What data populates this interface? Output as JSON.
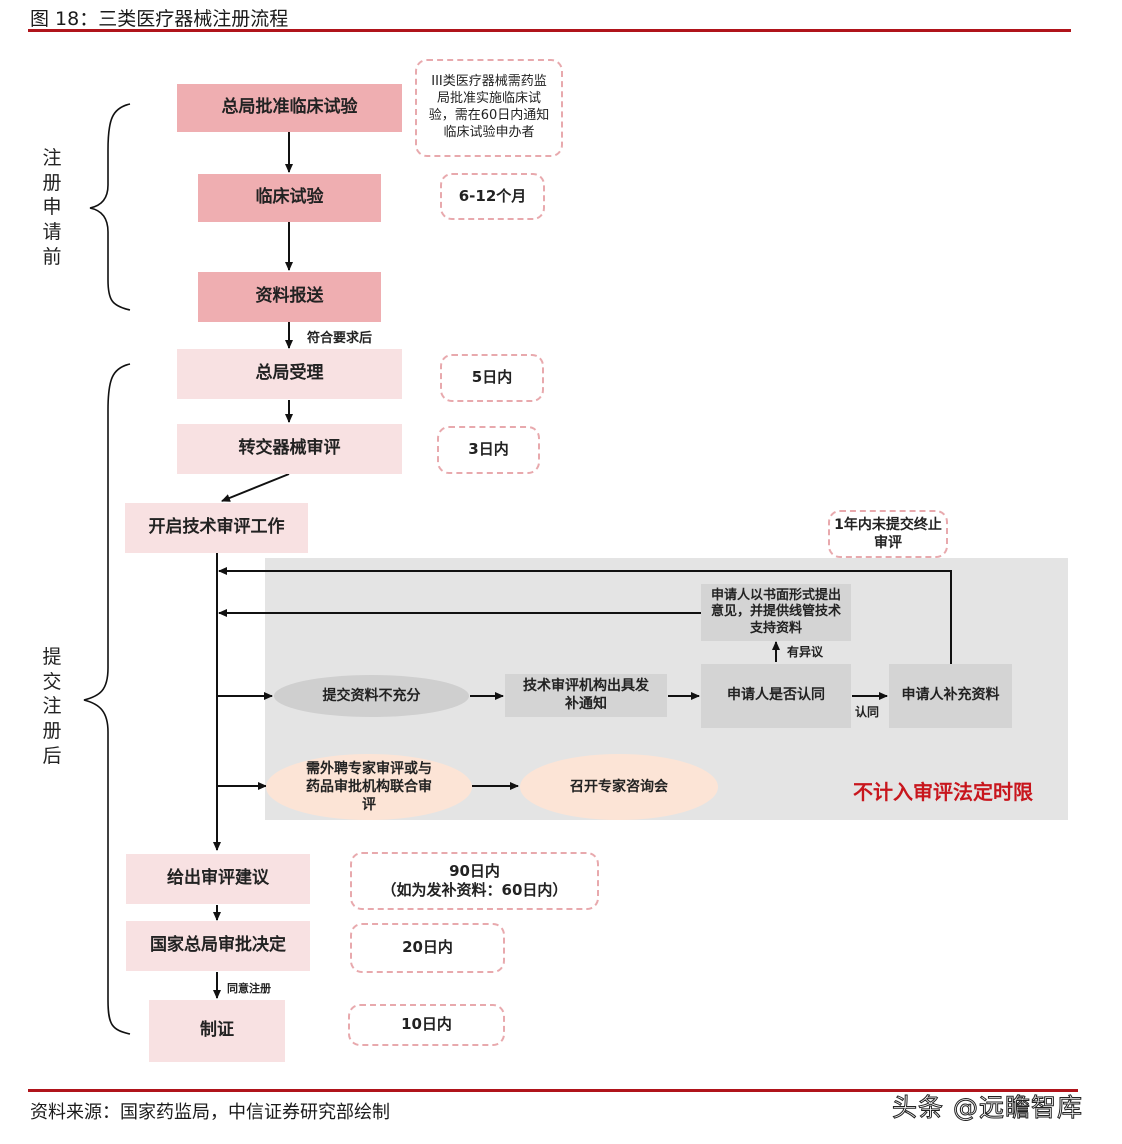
{
  "figure": {
    "title": "图 18：三类医疗器械注册流程",
    "source": "资料来源：国家药监局，中信证券研究部绘制",
    "watermark": "头条 @远瞻智库"
  },
  "colors": {
    "accent_rule": "#b0141b",
    "step_dark": "#efaeb1",
    "step_light": "#f8e1e2",
    "panel_gray": "#e4e4e4",
    "node_gray": "#d4d4d4",
    "ellipse_peach": "#fce4d6",
    "note_border": "#e8a9ad",
    "highlight_red": "#c8161d"
  },
  "phases": {
    "pre": "注册申请前",
    "post": "提交注册后"
  },
  "pre_steps": [
    {
      "label": "总局批准临床试验",
      "note": "III类医疗器械需药监局批准实施临床试验，需在60日内通知临床试验申办者"
    },
    {
      "label": "临床试验",
      "note": "6-12个月"
    },
    {
      "label": "资料报送"
    }
  ],
  "transition_label": "符合要求后",
  "post_steps": [
    {
      "label": "总局受理",
      "note": "5日内"
    },
    {
      "label": "转交器械审评",
      "note": "3日内"
    },
    {
      "label": "开启技术审评工作"
    },
    {
      "label": "给出审评建议",
      "note_line1": "90日内",
      "note_line2": "（如为发补资料：60日内）"
    },
    {
      "label": "国家总局审批决定",
      "note": "20日内"
    },
    {
      "label": "制证",
      "note": "10日内"
    }
  ],
  "approve_label": "同意注册",
  "review_loop": {
    "insufficient": "提交资料不充分",
    "notice": "技术审评机构出具发补通知",
    "agree_question": "申请人是否认同",
    "objection_label": "有异议",
    "objection_box": "申请人以书面形式提出意见，并提供线管技术支持资料",
    "agree_label": "认同",
    "supplement": "申请人补充资料",
    "timeout_note": "1年内未提交终止审评",
    "expert_review": "需外聘专家审评或与药品审批机构联合审评",
    "expert_meeting": "召开专家咨询会",
    "excluded_note": "不计入审评法定时限"
  }
}
